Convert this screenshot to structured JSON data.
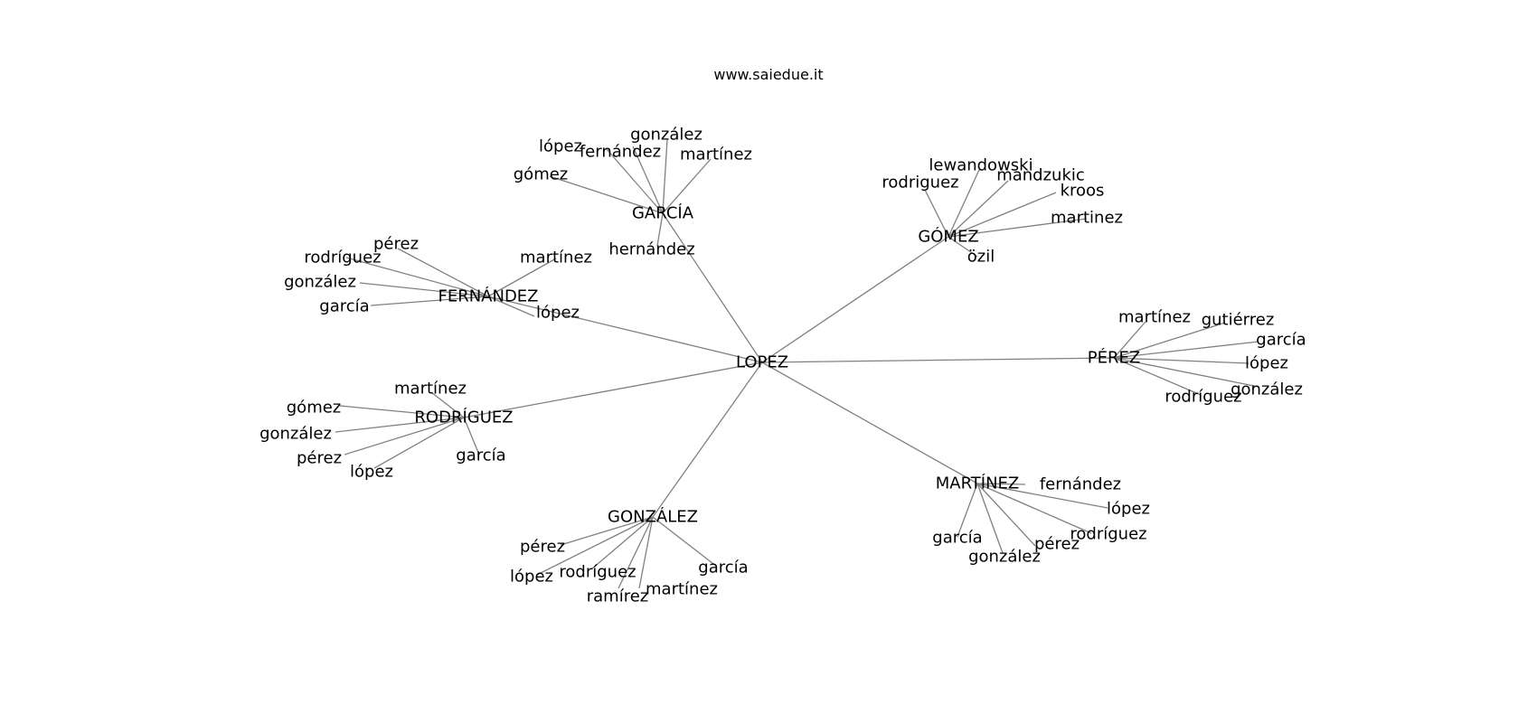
{
  "title": "www.saiedue.it",
  "colors": {
    "edge": "#808080",
    "text": "#000000",
    "background": "#ffffff"
  },
  "graph": {
    "root": "LOPEZ",
    "groups": [
      {
        "hub": "GARCÍA",
        "leaves": [
          "lópez",
          "fernández",
          "gonzález",
          "martínez",
          "gómez",
          "hernández"
        ]
      },
      {
        "hub": "GÓMEZ",
        "leaves": [
          "lewandowski",
          "rodriguez",
          "mandzukic",
          "kroos",
          "martinez",
          "özil"
        ]
      },
      {
        "hub": "FERNÁNDEZ",
        "leaves": [
          "pérez",
          "rodríguez",
          "martínez",
          "gonzález",
          "garcía",
          "lópez"
        ]
      },
      {
        "hub": "PÉREZ",
        "leaves": [
          "martínez",
          "gutiérrez",
          "garcía",
          "lópez",
          "gonzález",
          "rodríguez"
        ]
      },
      {
        "hub": "RODRÍGUEZ",
        "leaves": [
          "martínez",
          "gómez",
          "gonzález",
          "pérez",
          "lópez",
          "garcía"
        ]
      },
      {
        "hub": "MARTÍNEZ",
        "leaves": [
          "fernández",
          "lópez",
          "rodríguez",
          "pérez",
          "gonzález",
          "garcía"
        ]
      },
      {
        "hub": "GONZÁLEZ",
        "leaves": [
          "pérez",
          "lópez",
          "rodríguez",
          "ramírez",
          "martínez",
          "garcía"
        ]
      }
    ]
  }
}
